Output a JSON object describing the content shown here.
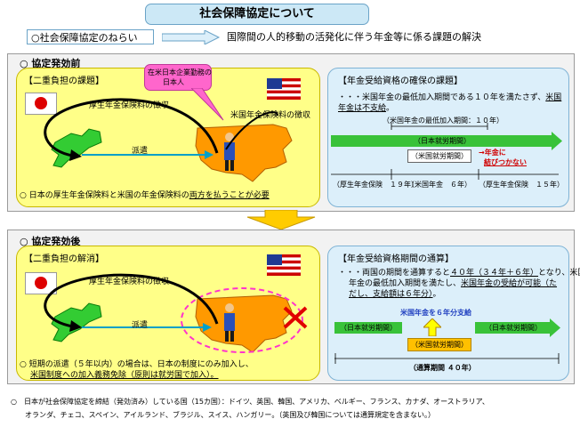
{
  "title": "社会保障協定について",
  "aim": {
    "label": "○社会保障協定のねらい",
    "text": "国際間の人的移動の活発化に伴う年金等に係る課題の解決"
  },
  "before": {
    "header": "○ 協定発効前",
    "problem_label": "【二重負担の課題】",
    "callout_line1": "在米日本企業勤務の",
    "callout_line2": "日本人",
    "jp_contrib": "厚生年金保険料の徴収",
    "us_contrib": "米国年金保険料の徴収",
    "dispatch": "派遣",
    "note_prefix": "○ 日本の厚生年金保険料と米国の年金保険料の",
    "note_emph": "両方を払うことが必要",
    "pension_label": "【年金受給資格の確保の課題】",
    "pension_text1": "・・・米国年金の最低加入期間である１０年を満たさず、",
    "pension_text1_emph": "米国",
    "pension_text2_emph": "年金は不支給",
    "pension_text2_tail": "。",
    "min_period": "（米国年金の最低加入期間：１０年）",
    "jp_period": "（日本就労期間）",
    "us_period": "（米国就労期間）",
    "no_link_line1": "→年金に",
    "no_link_line2": "結びつかない",
    "axis_jp": "（厚生年金保険　１９年）",
    "axis_us": "（米国年金　６年）",
    "axis_jp2": "（厚生年金保険　１５年）"
  },
  "after": {
    "header": "○ 協定発効後",
    "problem_label": "【二重負担の解消】",
    "jp_contrib": "厚生年金保険料の徴収",
    "dispatch": "派遣",
    "note_line1": "○ 短期の派遣（５年以内）の場合は、日本の制度にのみ加入し、",
    "note_line2": "米国制度への加入義務免除（原則は就労国で加入）。",
    "pension_label": "【年金受給資格期間の通算】",
    "pension_text1_pre": "・・・両国の期間を通算すると",
    "pension_text1_emph": "４０年（３４年＋６年）",
    "pension_text1_post": "となり、米国",
    "pension_text2_pre": "年金の最低加入期間を満たし、",
    "pension_text2_emph": "米国年金の受給が可能（た",
    "pension_text3_emph": "だし、支給額は６年分）",
    "pension_text3_tail": "。",
    "payout": "米国年金を６年分支給",
    "jp_period": "（日本就労期間）",
    "us_period": "（米国就労期間）",
    "jp_period2": "（日本就労期間）",
    "total": "（通算期間 ４０年）"
  },
  "footer": {
    "line1": "○　日本が社会保障協定を締結（発効済み）している国（15カ国）：ドイツ、英国、韓国、アメリカ、ベルギー、フランス、カナダ、オーストラリア、",
    "line2": "オランダ、チェコ、スペイン、アイルランド、ブラジル、スイス、ハンガリー。（英国及び韓国については通算規定を含まない。）"
  },
  "colors": {
    "yellow_panel": "#ffff88",
    "blue_panel": "#dceffa",
    "green_bar": "#39c239",
    "orange": "#ffc000",
    "red": "#d00000",
    "title_bg": "#cce8f6"
  }
}
